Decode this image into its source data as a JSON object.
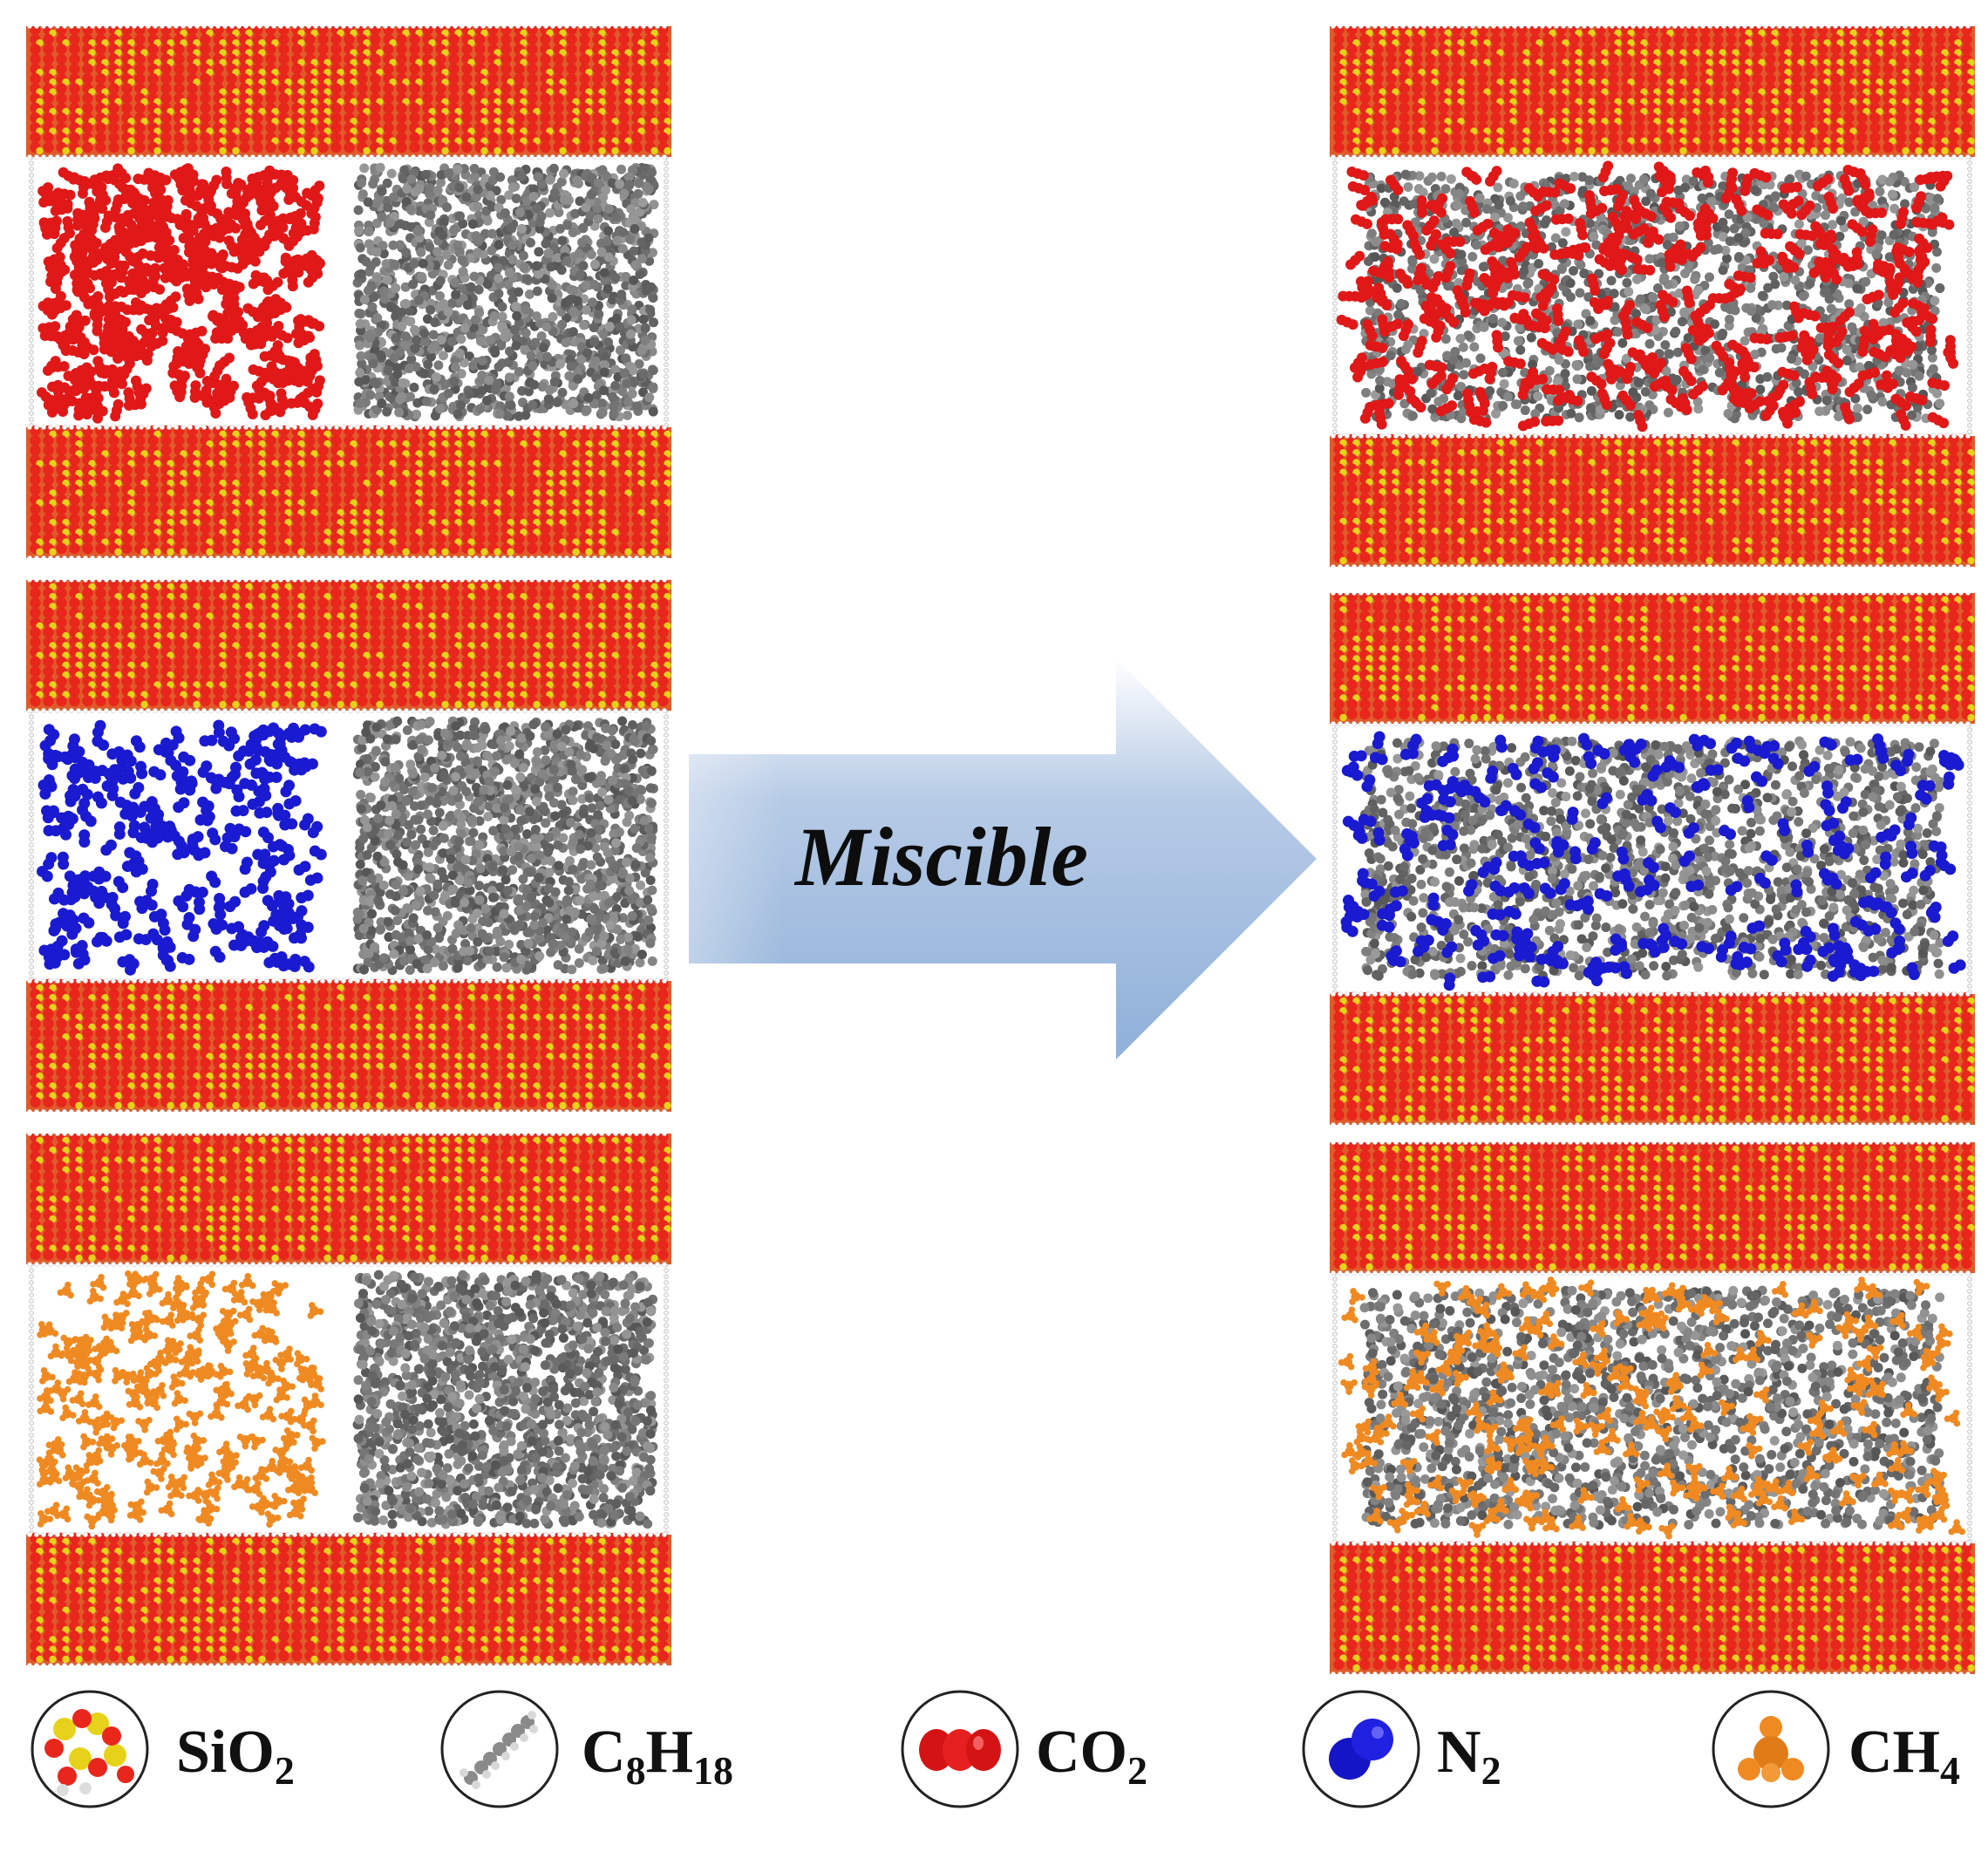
{
  "arrow": {
    "label": "Miscible",
    "color": "#9ab8dc"
  },
  "legend": [
    {
      "name": "silica",
      "base": "SiO",
      "sub": "2",
      "tail": "",
      "tailsub": ""
    },
    {
      "name": "octane",
      "base": "C",
      "sub": "8",
      "tail": "H",
      "tailsub": "18"
    },
    {
      "name": "co2",
      "base": "CO",
      "sub": "2",
      "tail": "",
      "tailsub": ""
    },
    {
      "name": "n2",
      "base": "N",
      "sub": "2",
      "tail": "",
      "tailsub": ""
    },
    {
      "name": "ch4",
      "base": "CH",
      "sub": "4",
      "tail": "",
      "tailsub": ""
    }
  ],
  "colors": {
    "oxygen": "#e8261c",
    "silicon": "#e6d21a",
    "slab_bg": "#e05a2a",
    "octane": "#6f6f6f",
    "co2": "#e01818",
    "n2": "#1a1ad0",
    "ch4": "#ef8a22"
  },
  "panels": [
    {
      "name": "initial-co2",
      "state": "initial",
      "gas": "co2"
    },
    {
      "name": "initial-n2",
      "state": "initial",
      "gas": "n2"
    },
    {
      "name": "initial-ch4",
      "state": "initial",
      "gas": "ch4"
    },
    {
      "name": "mixed-co2",
      "state": "mixed",
      "gas": "co2"
    },
    {
      "name": "mixed-n2",
      "state": "mixed",
      "gas": "n2"
    },
    {
      "name": "mixed-ch4",
      "state": "mixed",
      "gas": "ch4"
    }
  ]
}
